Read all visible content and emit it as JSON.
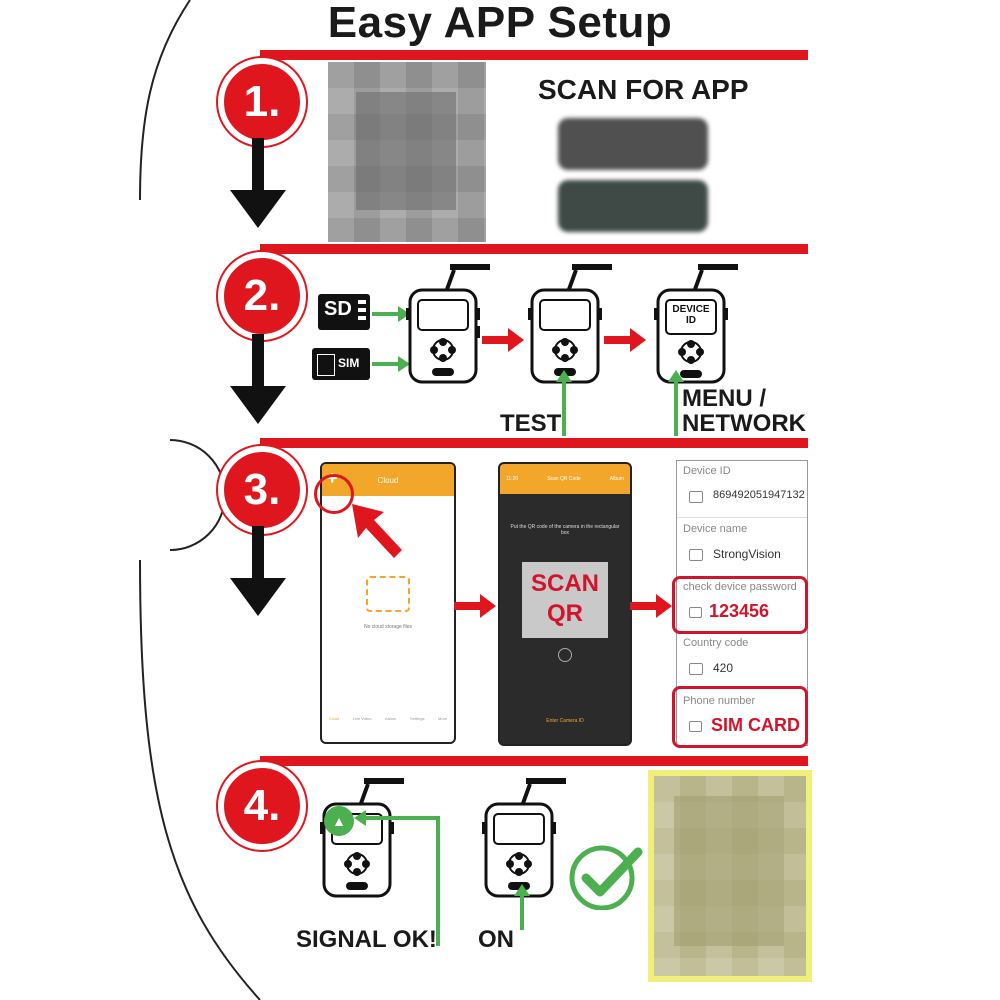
{
  "title": "Easy APP Setup",
  "steps": {
    "one": {
      "num": "1.",
      "heading": "SCAN FOR APP"
    },
    "two": {
      "num": "2.",
      "sd": "SD",
      "sim": "SIM",
      "device_id": "DEVICE ID",
      "test": "TEST",
      "menu": "MENU /",
      "network": "NETWORK"
    },
    "three": {
      "num": "3.",
      "phone1_title": "Cloud",
      "phone1_empty": "No cloud storage files",
      "phone1_tabs": [
        "Cloud",
        "Live Video",
        "Album",
        "Settings",
        "More"
      ],
      "phone2_time": "11:20",
      "phone2_title": "Scan QR Code",
      "phone2_right": "Album",
      "phone2_instruction": "Put the QR code of the camera in the rectangular box",
      "scan_label": "SCAN",
      "qr_label": "QR",
      "phone2_footer": "Enter Camera ID",
      "form": {
        "device_id_label": "Device ID",
        "device_id_value": "869492051947132",
        "device_name_label": "Device name",
        "device_name_value": "StrongVision",
        "password_label": "check device password",
        "password_value": "123456",
        "country_label": "Country code",
        "country_value": "420",
        "phone_label": "Phone number",
        "phone_value": "SIM CARD"
      }
    },
    "four": {
      "num": "4.",
      "signal": "SIGNAL OK!",
      "on": "ON"
    }
  },
  "colors": {
    "red": "#e0161e",
    "orange": "#f2a62a",
    "green": "#4caf50",
    "dark": "#1a1a1a"
  }
}
